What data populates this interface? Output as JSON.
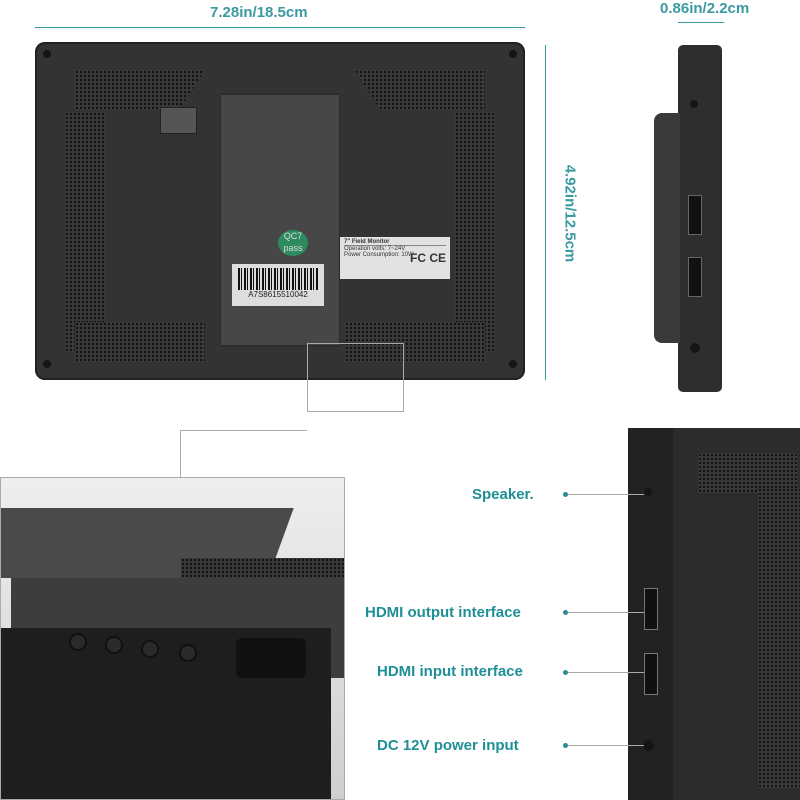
{
  "dimensions": {
    "width": "7.28in/18.5cm",
    "height": "4.92in/12.5cm",
    "depth": "0.86in/2.2cm"
  },
  "rear_label": {
    "title": "7\" Field Monitor",
    "line1": "Operation volts: 7~24V",
    "line2": "Power Consumption: 10W",
    "certs": "FC CE"
  },
  "barcode": "A7S8615510042",
  "qc_sticker": "QC7 pass",
  "ports": {
    "speaker": "Speaker.",
    "hdmi_out": "HDMI output interface",
    "hdmi_in": "HDMI input interface",
    "dc": "DC 12V power input"
  },
  "colors": {
    "accent": "#3a9aa0",
    "body": "#333333"
  }
}
